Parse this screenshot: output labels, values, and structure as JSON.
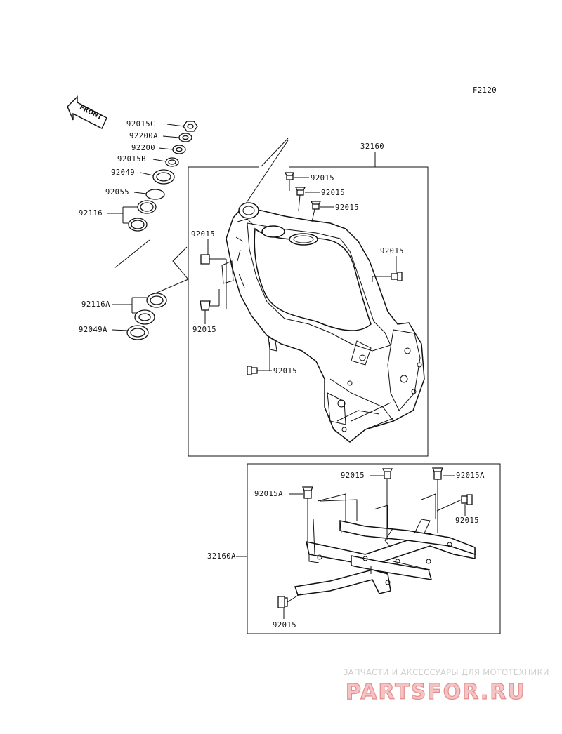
{
  "figure_code": "F2120",
  "front_label": "FRONT",
  "labels": {
    "l_92015C": "92015C",
    "l_92200A": "92200A",
    "l_92200": "92200",
    "l_92015B": "92015B",
    "l_92049": "92049",
    "l_92055": "92055",
    "l_92116": "92116",
    "l_92116A": "92116A",
    "l_92049A": "92049A",
    "l_32160": "32160",
    "l_32160A": "32160A",
    "l_bolt": "92015",
    "l_92015A": "92015A"
  },
  "watermark": {
    "tagline": "ЗАПЧАСТИ И АКСЕССУАРЫ ДЛЯ МОТОТЕХНИКИ",
    "brand": "PARTSFOR.RU"
  }
}
